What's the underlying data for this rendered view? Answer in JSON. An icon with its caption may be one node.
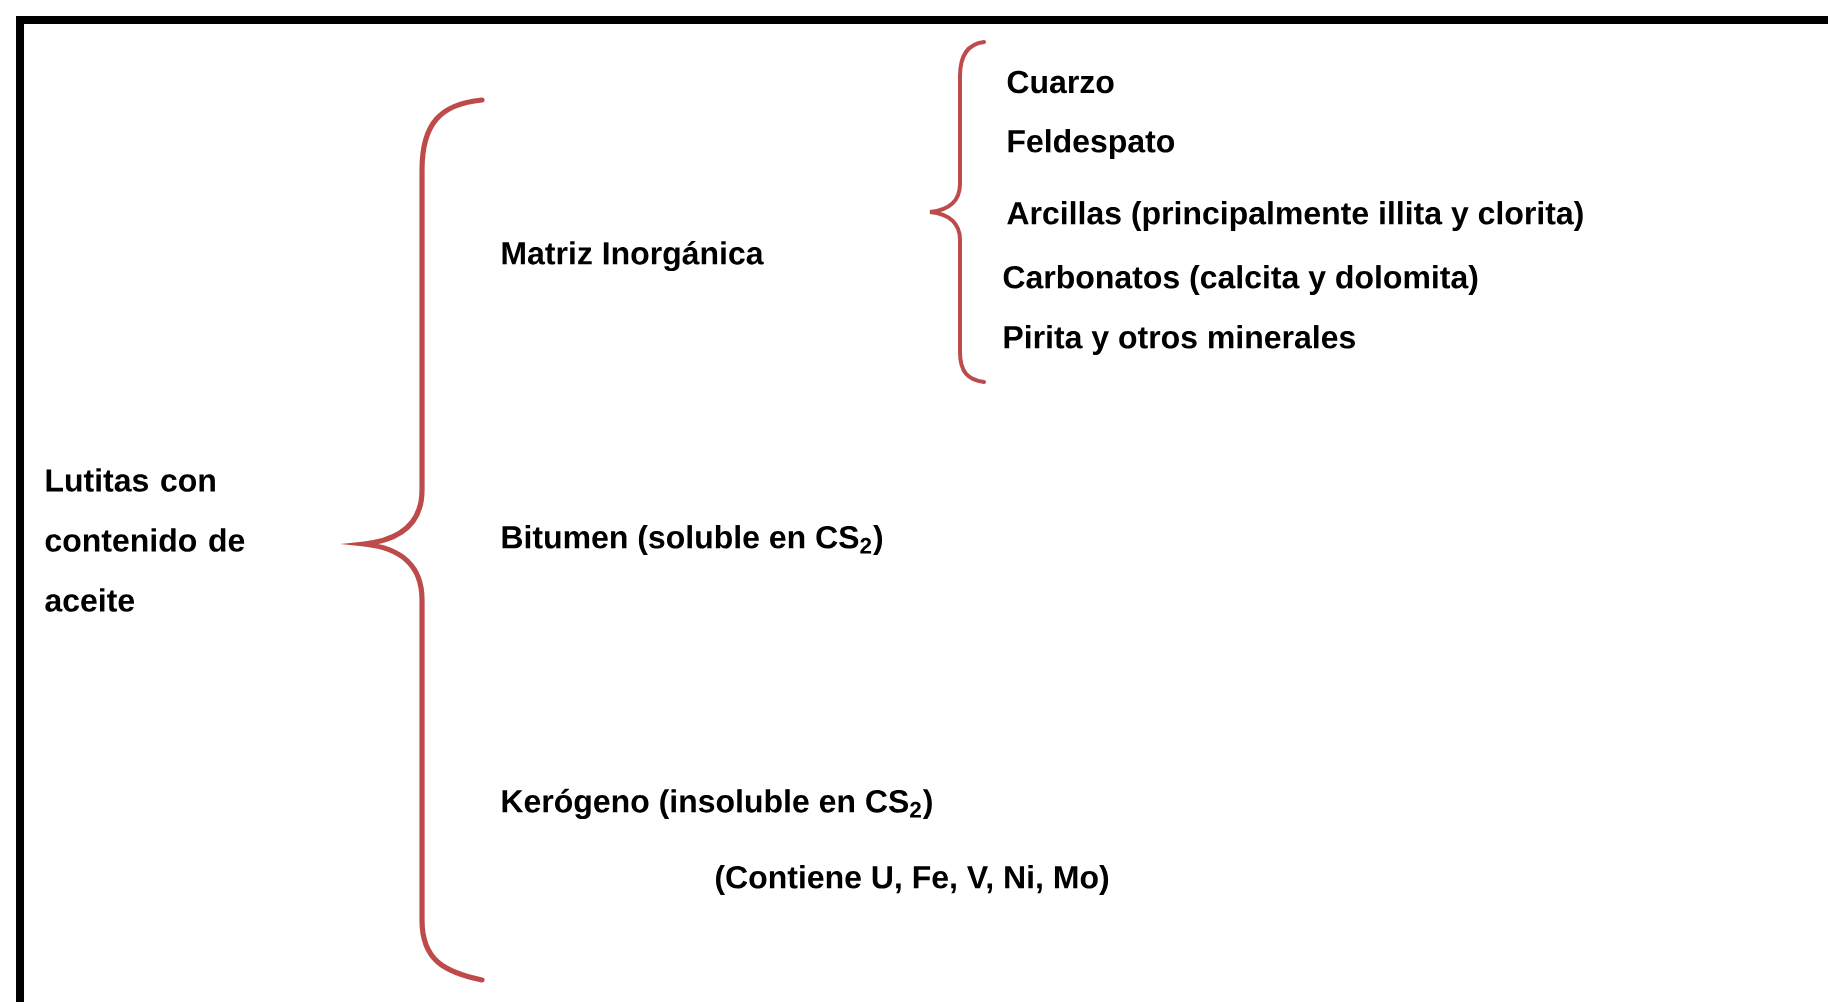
{
  "diagram": {
    "labels": [
      "Cuarzo",
      "Feldespato",
      "Arcillas (principalmente illita y clorita)",
      "Matriz Inorgánica",
      "Carbonatos (calcita y dolomita)",
      "Pirita y otros minerales",
      "Lutitas con contenido de aceite",
      "Bitumen (soluble en CS$_{2}$)",
      "Kerógeno (insoluble en CS$_{2}$)",
      "(Contiene U, Fe, V, Ni, Mo)"
    ]
  }
}
